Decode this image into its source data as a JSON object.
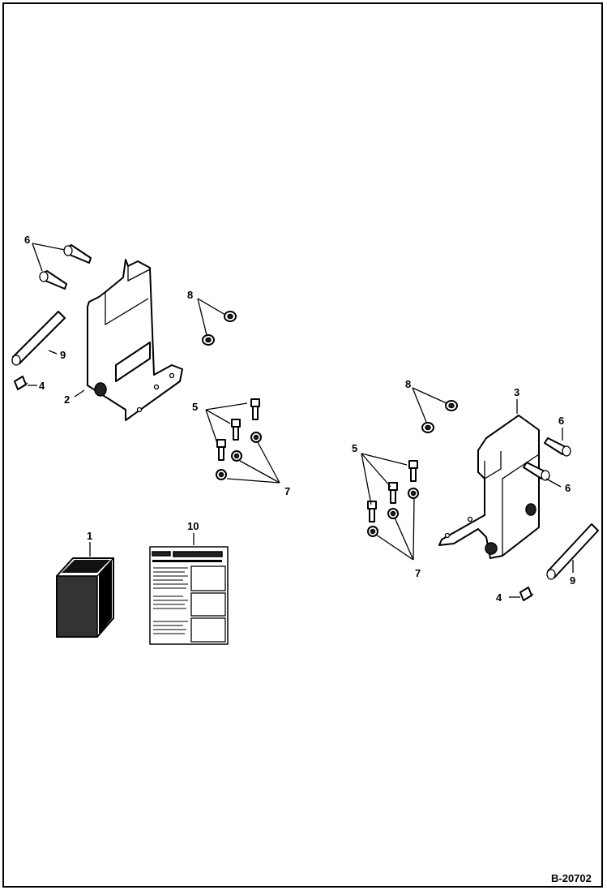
{
  "figure_id": "B-20702",
  "callouts": {
    "c1": "1",
    "c2": "2",
    "c3": "3",
    "c4a": "4",
    "c4b": "4",
    "c5a": "5",
    "c5b": "5",
    "c6a": "6",
    "c6b": "6",
    "c6c": "6",
    "c7a": "7",
    "c7b": "7",
    "c8a": "8",
    "c8b": "8",
    "c9a": "9",
    "c9b": "9",
    "c10": "10"
  }
}
